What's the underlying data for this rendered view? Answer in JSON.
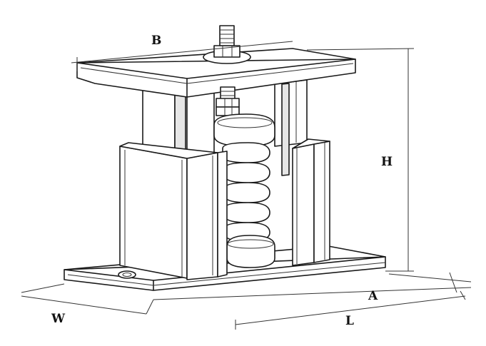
{
  "diagram": {
    "labels": {
      "b": "B",
      "h": "H",
      "a": "A",
      "w": "W",
      "l": "L"
    }
  }
}
